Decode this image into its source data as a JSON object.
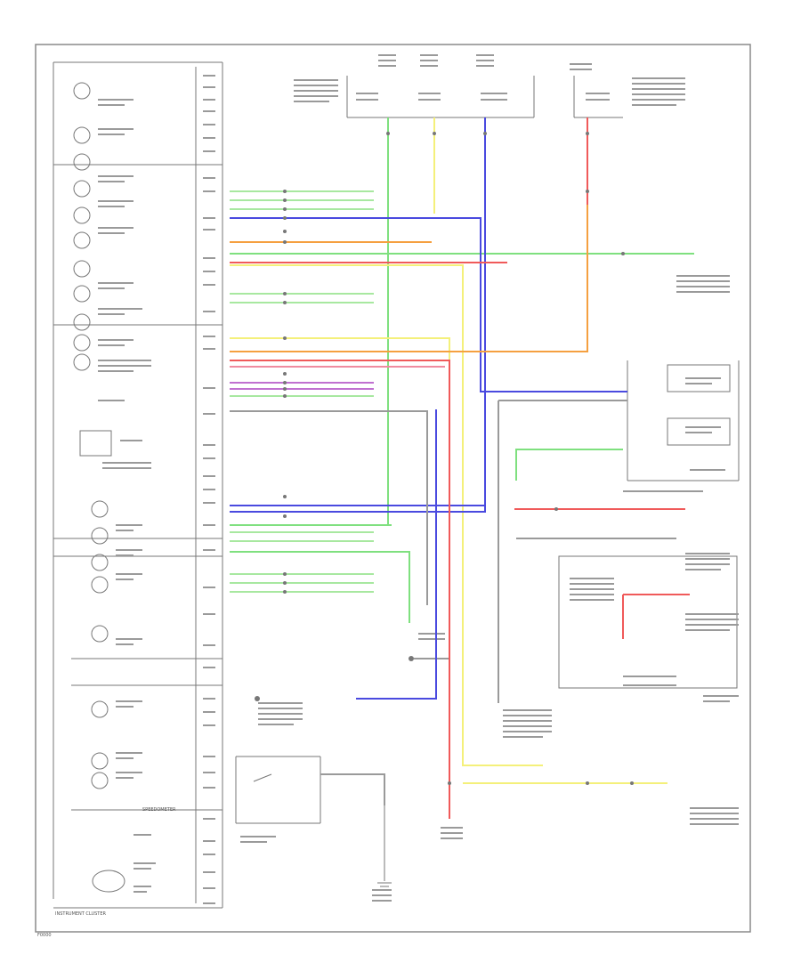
{
  "footer_caption": "INSTRUMENT CLUSTER",
  "page_code": "F0000",
  "cluster_label": "SPEEDOMETER",
  "colors": {
    "frame": "#8a8a8a",
    "wire_green": "#7fe07f",
    "wire_yellow": "#f4f07a",
    "wire_blue": "#4a4adf",
    "wire_orange": "#f5a040",
    "wire_red": "#f05a5a",
    "wire_gray": "#9a9a9a",
    "wire_pink": "#f08ca0",
    "wire_violet": "#c070d0",
    "wire_lightgreen": "#a8e8a0"
  }
}
